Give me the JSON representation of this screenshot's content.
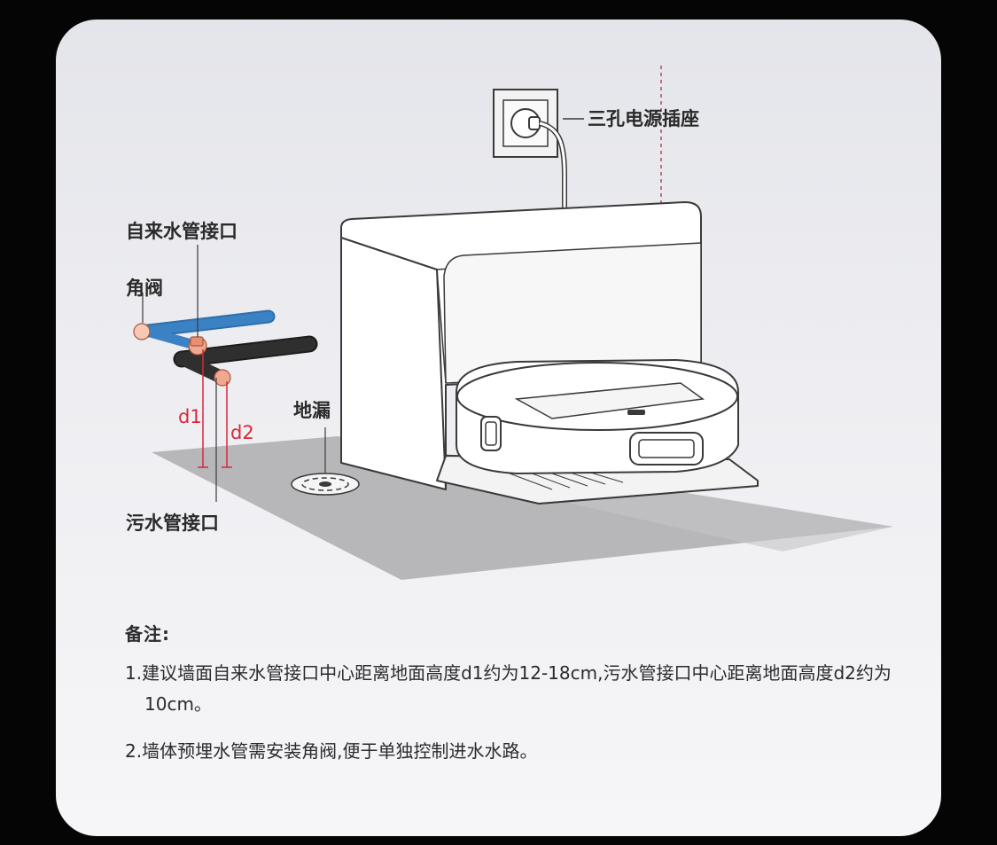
{
  "labels": {
    "socket": "三孔电源插座",
    "water_inlet": "自来水管接口",
    "angle_valve": "角阀",
    "floor_drain": "地漏",
    "drain_outlet": "污水管接口",
    "d1": "d1",
    "d2": "d2"
  },
  "notes": {
    "title": "备注:",
    "items": [
      "1.建议墙面自来水管接口中心距离地面高度d1约为12-18cm,污水管接口中心距离地面高度d2约为10cm。",
      "2.墙体预埋水管需安装角阀,便于单独控制进水水路。"
    ]
  },
  "colors": {
    "water_pipe": "#3b82c4",
    "drain_pipe": "#2b2b2b",
    "valve": "#f0a98f",
    "dimension": "#d6283a"
  }
}
